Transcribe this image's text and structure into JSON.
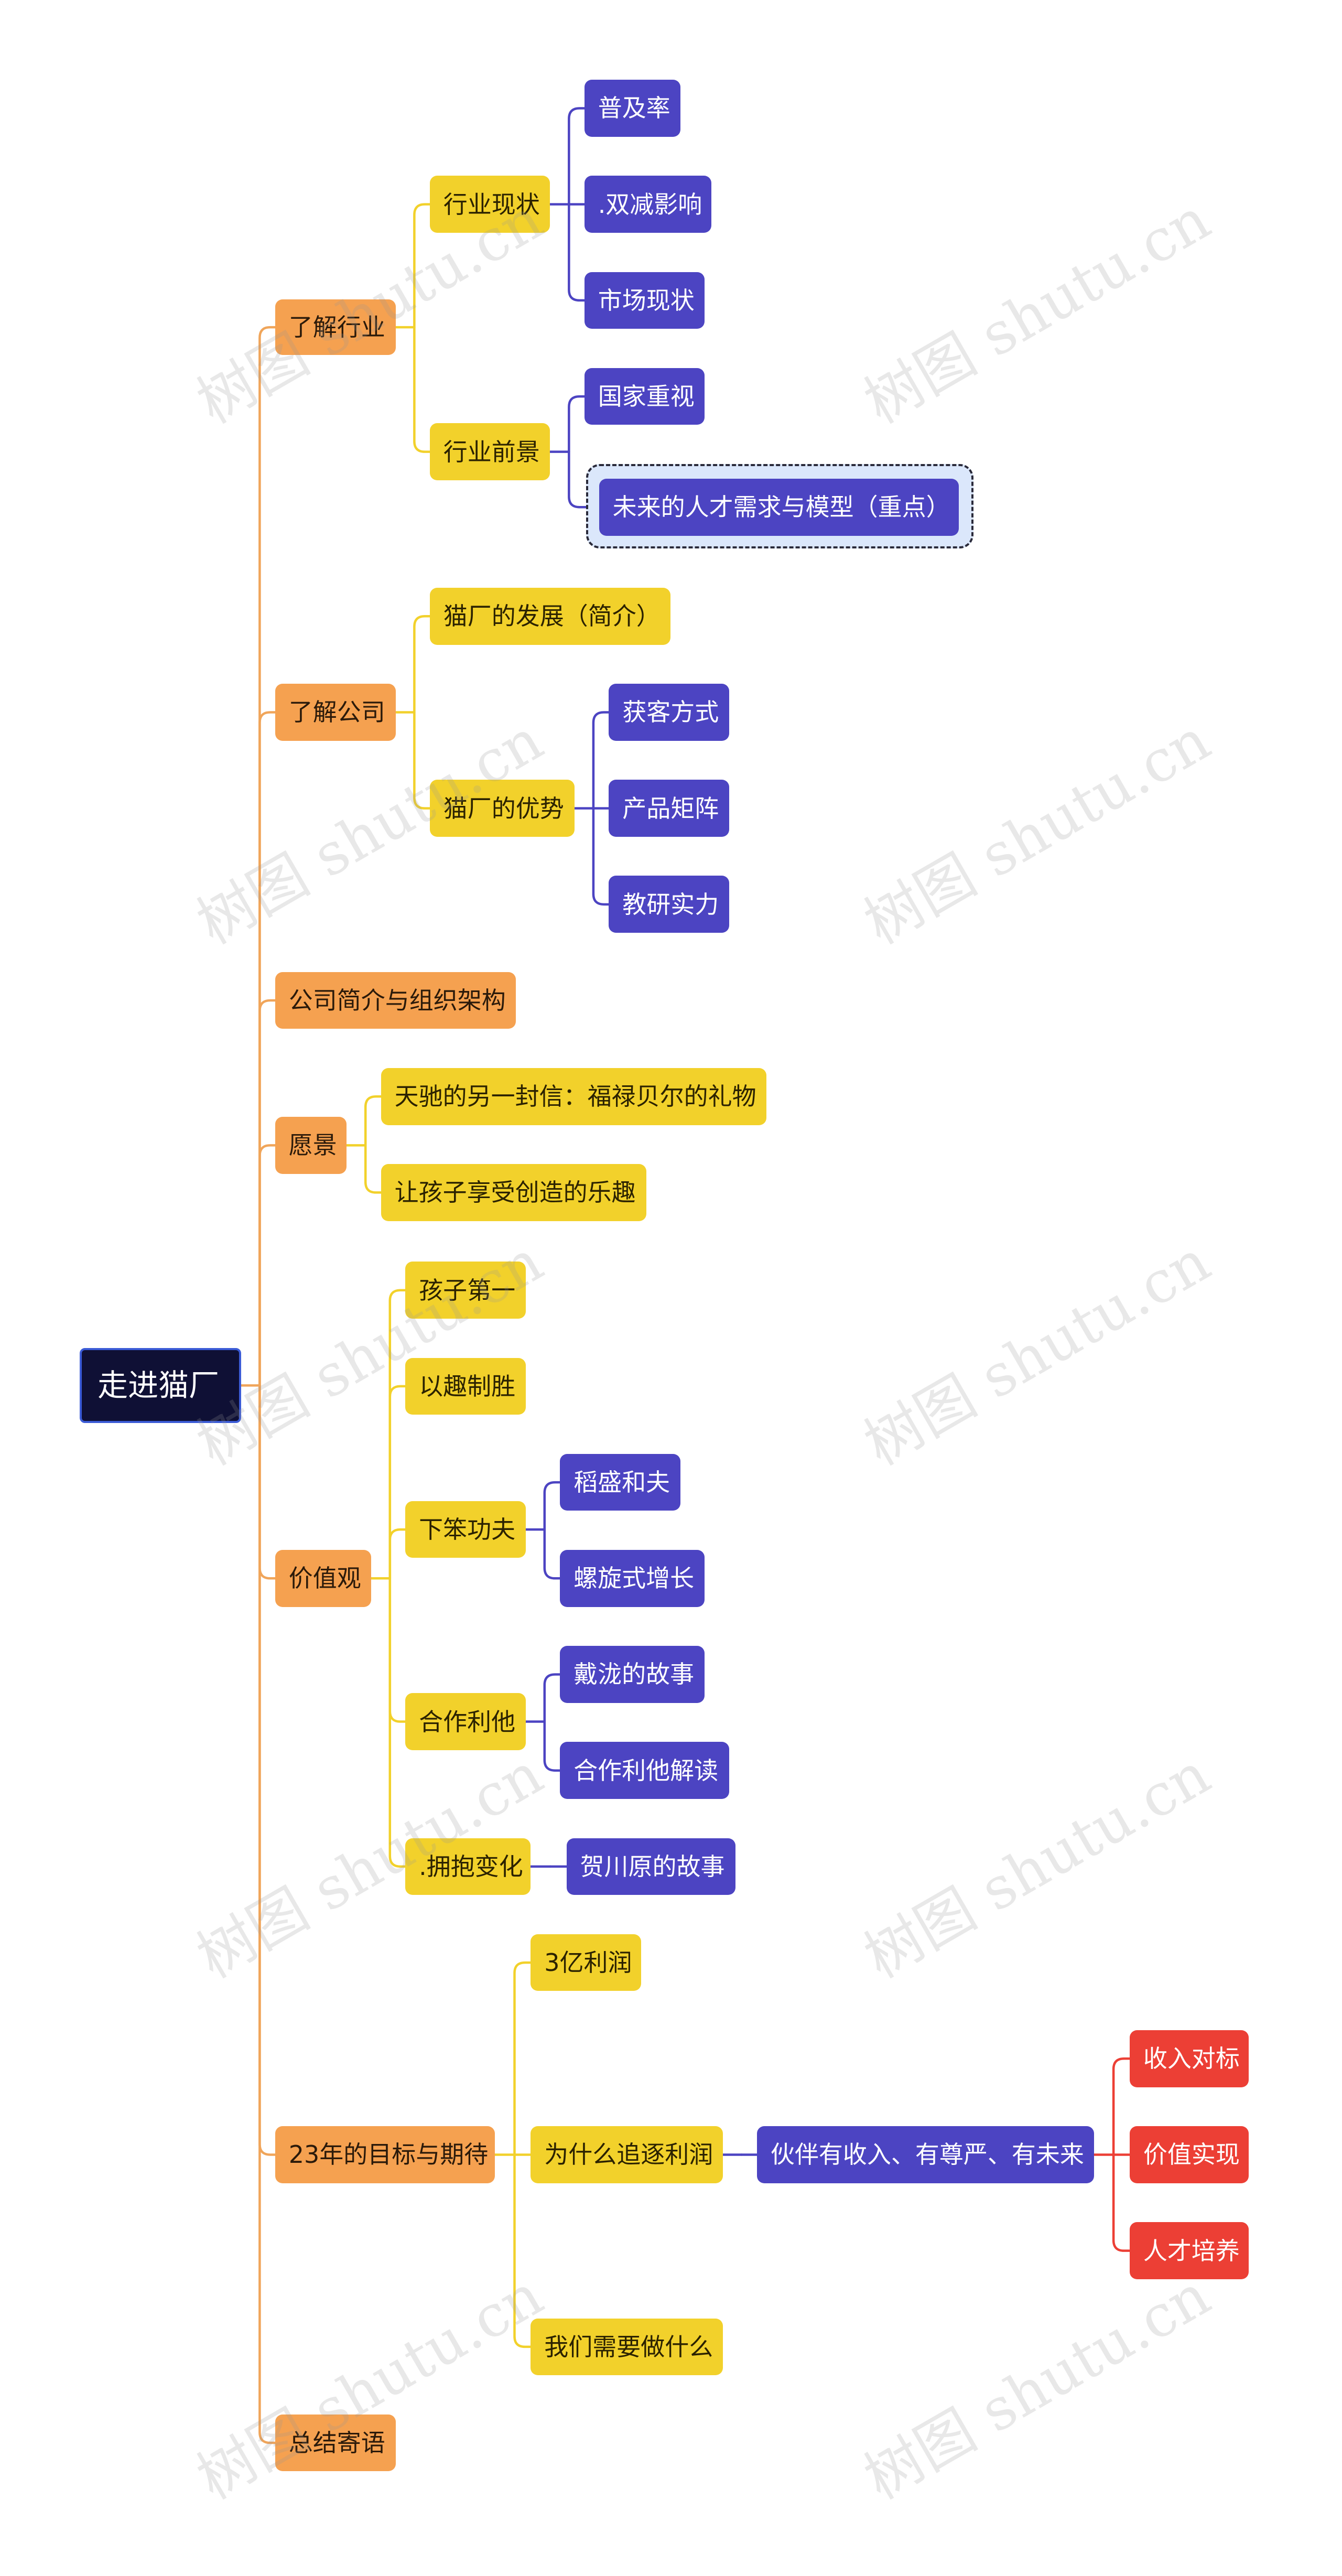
{
  "mindmap": {
    "root": "走进猫厂",
    "branches": [
      {
        "label": "了解行业",
        "children": [
          {
            "label": "行业现状",
            "children": [
              {
                "label": "普及率"
              },
              {
                "label": ".双减影响"
              },
              {
                "label": "市场现状"
              }
            ]
          },
          {
            "label": "行业前景",
            "children": [
              {
                "label": "国家重视"
              },
              {
                "label": "未来的人才需求与模型（重点）"
              }
            ]
          }
        ]
      },
      {
        "label": "了解公司",
        "children": [
          {
            "label": "猫厂的发展（简介）"
          },
          {
            "label": "猫厂的优势",
            "children": [
              {
                "label": "获客方式"
              },
              {
                "label": "产品矩阵"
              },
              {
                "label": "教研实力"
              }
            ]
          }
        ]
      },
      {
        "label": "公司简介与组织架构"
      },
      {
        "label": "愿景",
        "children": [
          {
            "label": "天驰的另一封信：福禄贝尔的礼物"
          },
          {
            "label": "让孩子享受创造的乐趣"
          }
        ]
      },
      {
        "label": "价值观",
        "children": [
          {
            "label": "孩子第一"
          },
          {
            "label": "以趣制胜"
          },
          {
            "label": "下笨功夫",
            "children": [
              {
                "label": "稻盛和夫"
              },
              {
                "label": "螺旋式增长"
              }
            ]
          },
          {
            "label": "合作利他",
            "children": [
              {
                "label": "戴泷的故事"
              },
              {
                "label": "合作利他解读"
              }
            ]
          },
          {
            "label": ".拥抱变化",
            "children": [
              {
                "label": "贺川原的故事"
              }
            ]
          }
        ]
      },
      {
        "label": "23年的目标与期待",
        "children": [
          {
            "label": "3亿利润"
          },
          {
            "label": "为什么追逐利润",
            "children": [
              {
                "label": "伙伴有收入、有尊严、有未来",
                "children": [
                  {
                    "label": "收入对标"
                  },
                  {
                    "label": "价值实现"
                  },
                  {
                    "label": "人才培养"
                  }
                ]
              }
            ]
          },
          {
            "label": "我们需要做什么"
          }
        ]
      },
      {
        "label": "总结寄语"
      }
    ]
  },
  "watermark": "树图 shutu.cn",
  "colors": {
    "root_bg": "#0f1035",
    "level1": "#f5a150",
    "level2": "#f2d12b",
    "level3": "#4c44c2",
    "level4": "#ec3f35",
    "edge1": "#f0a55a",
    "edge2": "#f2d12b",
    "edge3": "#4c44c2",
    "edge4": "#ec3f35"
  }
}
